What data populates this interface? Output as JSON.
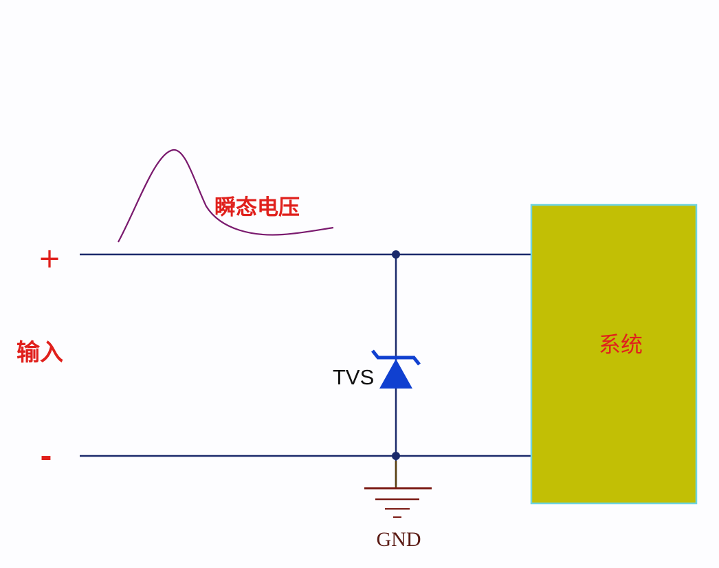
{
  "diagram": {
    "transient_label": "瞬态电压",
    "plus_label": "+",
    "minus_label": "-",
    "input_label": "输入",
    "tvs_label": "TVS",
    "system_label": "系统",
    "gnd_label": "GND"
  },
  "colors": {
    "background": "#fdfdff",
    "wire": "#1b2a6b",
    "label_red": "#e0201c",
    "pulse": "#7a1a6e",
    "tvs_diode": "#1040d0",
    "system_fill": "#c2bf05",
    "system_border": "#6fd4e0",
    "ground": "#7a1a14"
  },
  "icons": {
    "tvs": "tvs-diode-icon",
    "ground": "ground-symbol-icon"
  }
}
